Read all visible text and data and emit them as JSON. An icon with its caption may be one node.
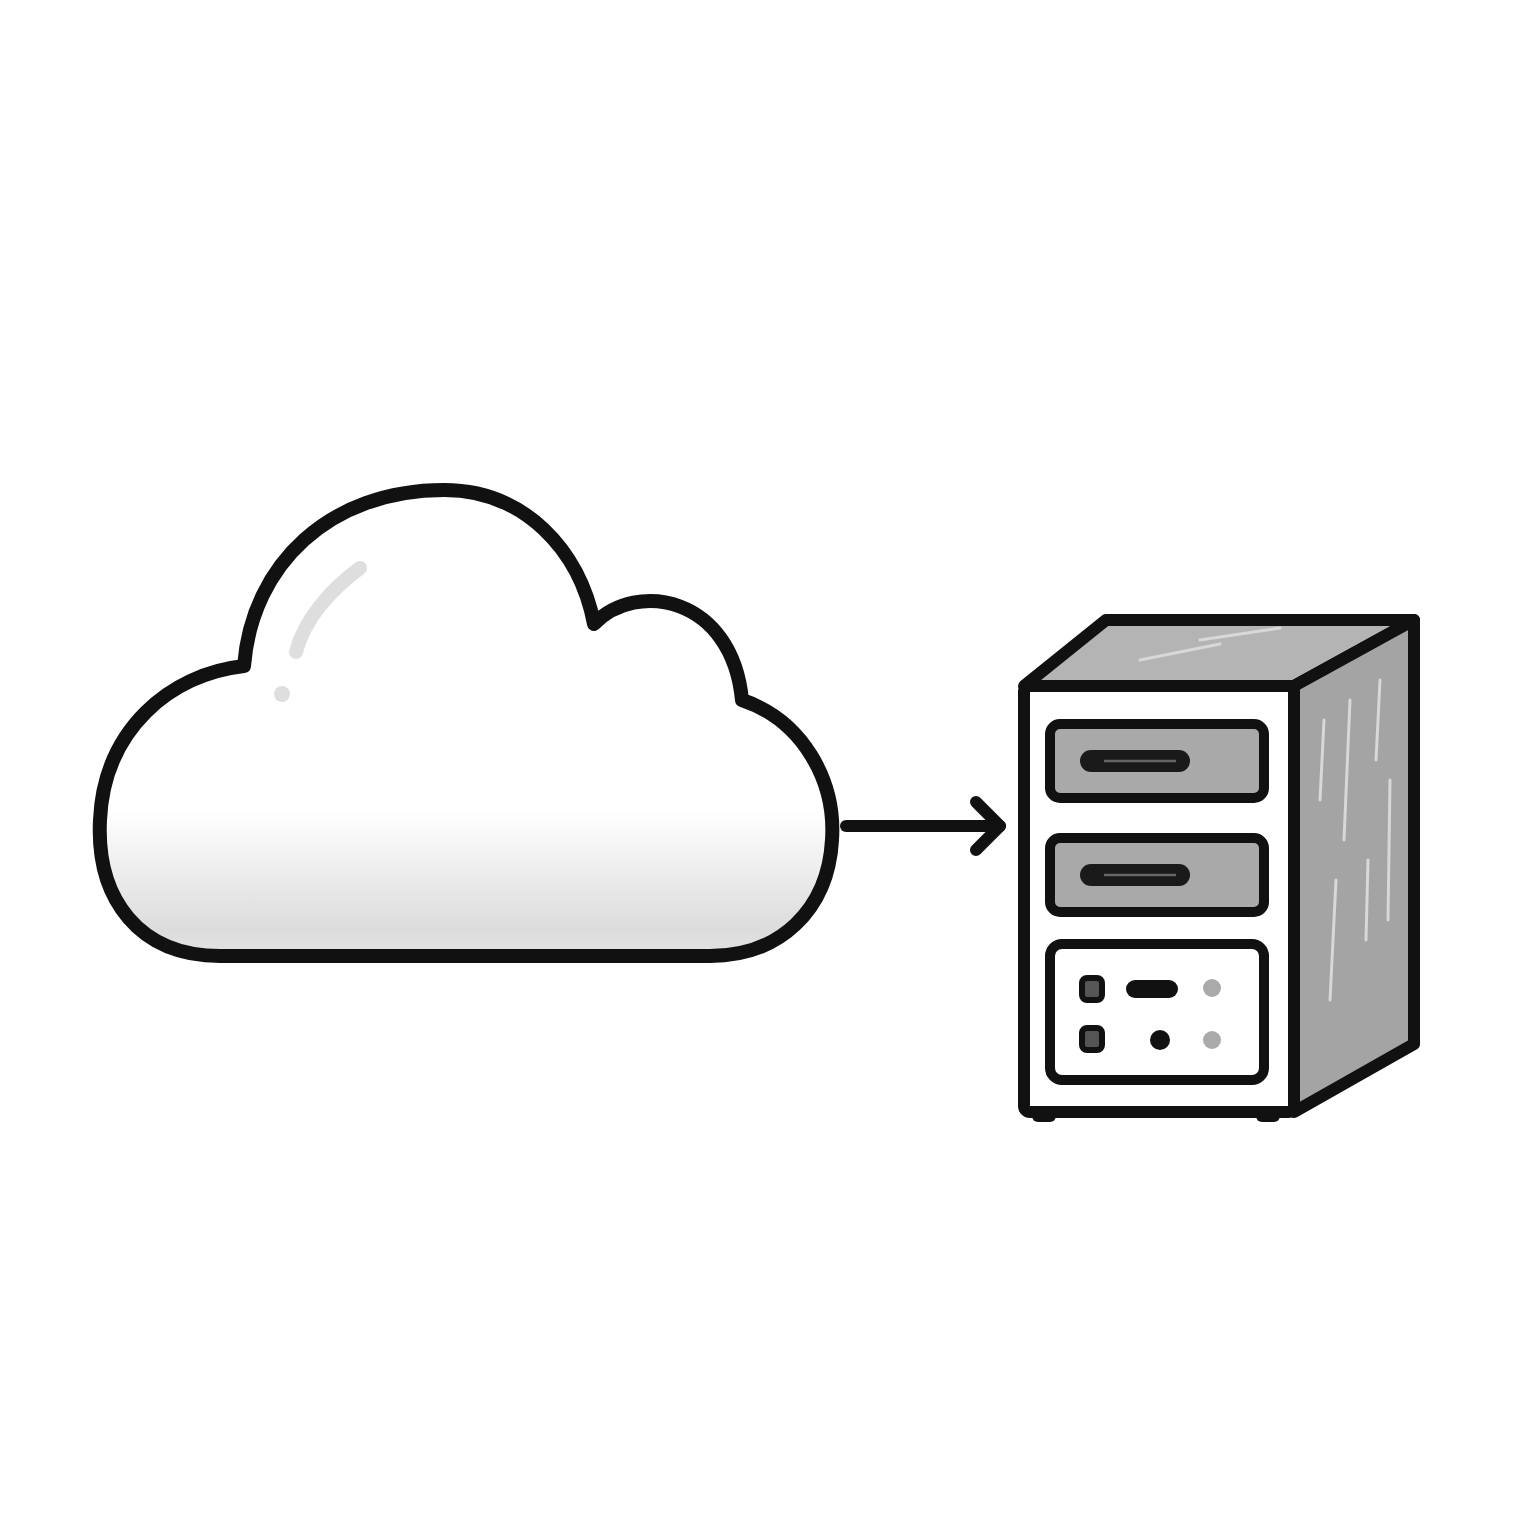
{
  "diagram": {
    "nodes": [
      {
        "text": [],
        "shape": "cloud"
      },
      {
        "text": [],
        "shape": "picture"
      }
    ],
    "edges": [
      {
        "from": 0,
        "to": 1,
        "arrow": "to"
      }
    ]
  }
}
